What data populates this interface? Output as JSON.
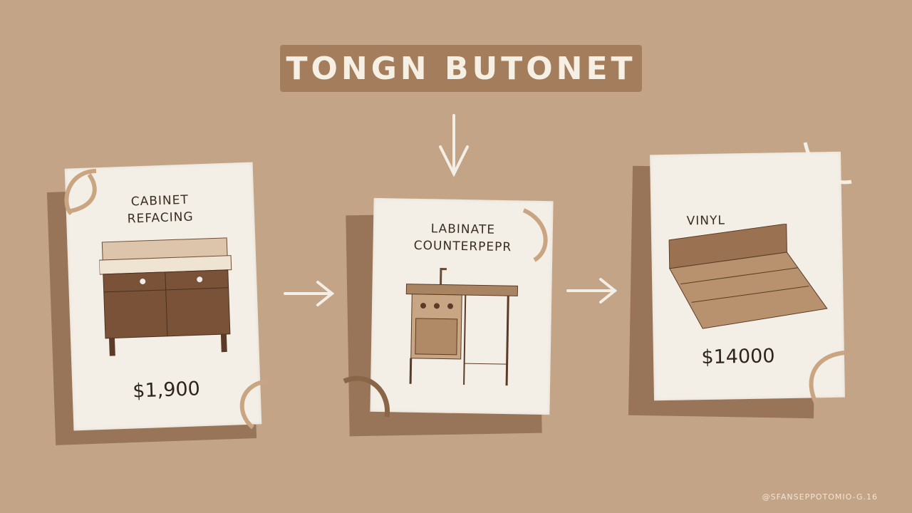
{
  "title": "TONGN BUTONET",
  "cards": [
    {
      "title_line1": "CABINET",
      "title_line2": "REFACING",
      "price": "$1,900",
      "icon": "cabinet-icon"
    },
    {
      "title_line1": "LABINATE",
      "title_line2": "COUNTERPEPR",
      "price": "",
      "icon": "kitchen-counter-icon"
    },
    {
      "title_line1": "VINYL",
      "title_line2": "",
      "price": "$14000",
      "icon": "vinyl-floor-icon"
    }
  ],
  "watermark": "@SFANSEPPOTOMIO-G.16",
  "colors": {
    "background": "#c4a486",
    "banner": "#a47e5c",
    "card": "#f4efe6",
    "wood": "#7a5238"
  }
}
